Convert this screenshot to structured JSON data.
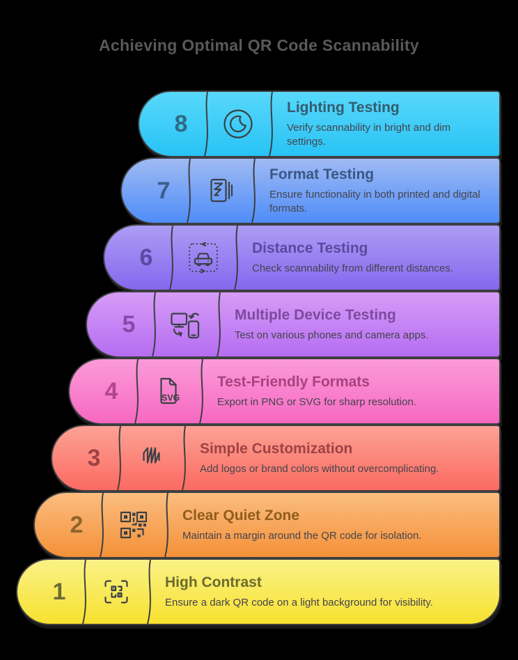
{
  "page": {
    "title": "Achieving Optimal QR Code Scannability",
    "title_color": "#58595b",
    "background": "#000000"
  },
  "style": {
    "outline_color": "#3e3e40",
    "description_color": "#45434c",
    "icon_stroke_color": "#3b4045"
  },
  "steps": [
    {
      "number": "8",
      "title": "Lighting Testing",
      "description": "Verify scannability in bright and dim settings.",
      "icon": "brightness-moon-icon",
      "color_top": "#58d8fa",
      "color_bottom": "#28c3f5",
      "number_color": "#2f6a85",
      "title_color": "#355b6e"
    },
    {
      "number": "7",
      "title": "Format Testing",
      "description": "Ensure functionality in both printed and digital formats.",
      "icon": "printed-digital-icon",
      "color_top": "#9fbaf3",
      "color_bottom": "#4e8df8",
      "number_color": "#3c5f8f",
      "title_color": "#3d5684"
    },
    {
      "number": "6",
      "title": "Distance Testing",
      "description": "Check scannability from different distances.",
      "icon": "car-distance-icon",
      "color_top": "#ac9df4",
      "color_bottom": "#8667ef",
      "number_color": "#5a4ba4",
      "title_color": "#584a9e"
    },
    {
      "number": "5",
      "title": "Multiple Device Testing",
      "description": "Test on various phones and camera apps.",
      "icon": "device-swap-icon",
      "color_top": "#d69cf6",
      "color_bottom": "#b56df2",
      "number_color": "#8a48ab",
      "title_color": "#7d4a9e"
    },
    {
      "number": "4",
      "title": "Test-Friendly Formats",
      "description": "Export in PNG or SVG for sharp resolution.",
      "icon": "svg-file-icon",
      "color_top": "#fb9bd9",
      "color_bottom": "#f768c1",
      "number_color": "#b04590",
      "title_color": "#a6437f"
    },
    {
      "number": "3",
      "title": "Simple Customization",
      "description": "Add logos or brand colors without overcomplicating.",
      "icon": "waveform-logo-icon",
      "color_top": "#fda294",
      "color_bottom": "#fb6a62",
      "number_color": "#a04244",
      "title_color": "#9e4245"
    },
    {
      "number": "2",
      "title": "Clear Quiet Zone",
      "description": "Maintain a margin around the QR code for isolation.",
      "icon": "qr-code-icon",
      "color_top": "#fbbd80",
      "color_bottom": "#f49138",
      "number_color": "#8f652a",
      "title_color": "#8f5c1e"
    },
    {
      "number": "1",
      "title": "High Contrast",
      "description": "Ensure a dark QR code on a light background for visibility.",
      "icon": "qr-scan-icon",
      "color_top": "#faf287",
      "color_bottom": "#f8e12f",
      "number_color": "#6b6c33",
      "title_color": "#6b6b2e"
    }
  ]
}
